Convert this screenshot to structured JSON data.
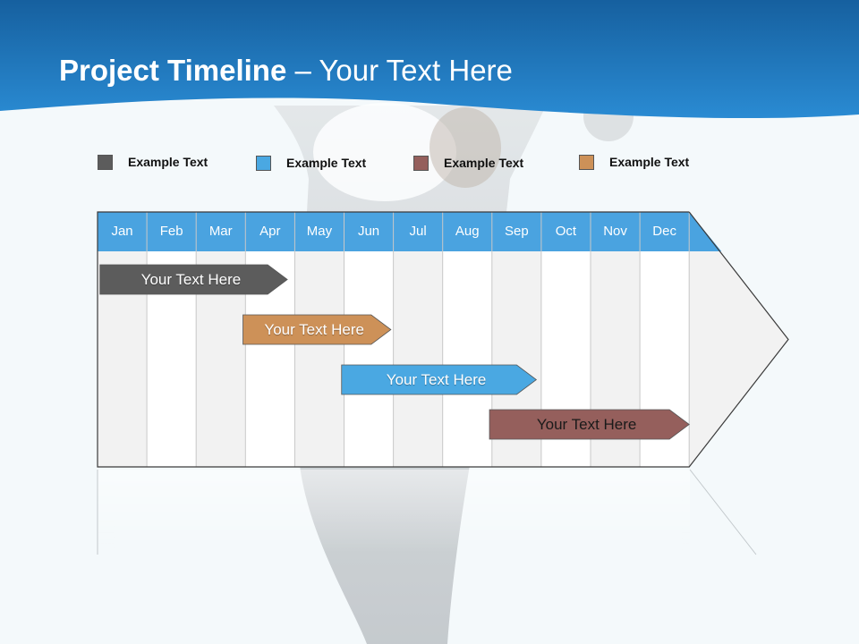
{
  "slide": {
    "title_bold": "Project Timeline",
    "title_rest": " – Your Text Here"
  },
  "colors": {
    "header_blue": "#1d7cc2",
    "month_header": "#4aa3e0",
    "column_light": "#f2f2f2",
    "column_white": "#ffffff",
    "grey": "#5c5c5c",
    "blue": "#4aa8e2",
    "mauve": "#955f5c",
    "tan": "#cd9158"
  },
  "legend": [
    {
      "label": "Example Text",
      "color": "#5c5c5c"
    },
    {
      "label": "Example Text",
      "color": "#4aa8e2"
    },
    {
      "label": "Example Text",
      "color": "#955f5c"
    },
    {
      "label": "Example Text",
      "color": "#cd9158"
    }
  ],
  "months": [
    "Jan",
    "Feb",
    "Mar",
    "Apr",
    "May",
    "Jun",
    "Jul",
    "Aug",
    "Sep",
    "Oct",
    "Nov",
    "Dec"
  ],
  "tasks": [
    {
      "label": "Your  Text Here",
      "start": 0.05,
      "end": 3.85,
      "color": "#5c5c5c",
      "text": "light"
    },
    {
      "label": "Your  Text Here",
      "start": 2.95,
      "end": 5.95,
      "color": "#cd9158",
      "text": "light"
    },
    {
      "label": "Your  Text Here",
      "start": 4.95,
      "end": 8.9,
      "color": "#4aa8e2",
      "text": "light"
    },
    {
      "label": "Your  Text Here",
      "start": 7.95,
      "end": 12.0,
      "color": "#955f5c",
      "text": "dark"
    }
  ]
}
